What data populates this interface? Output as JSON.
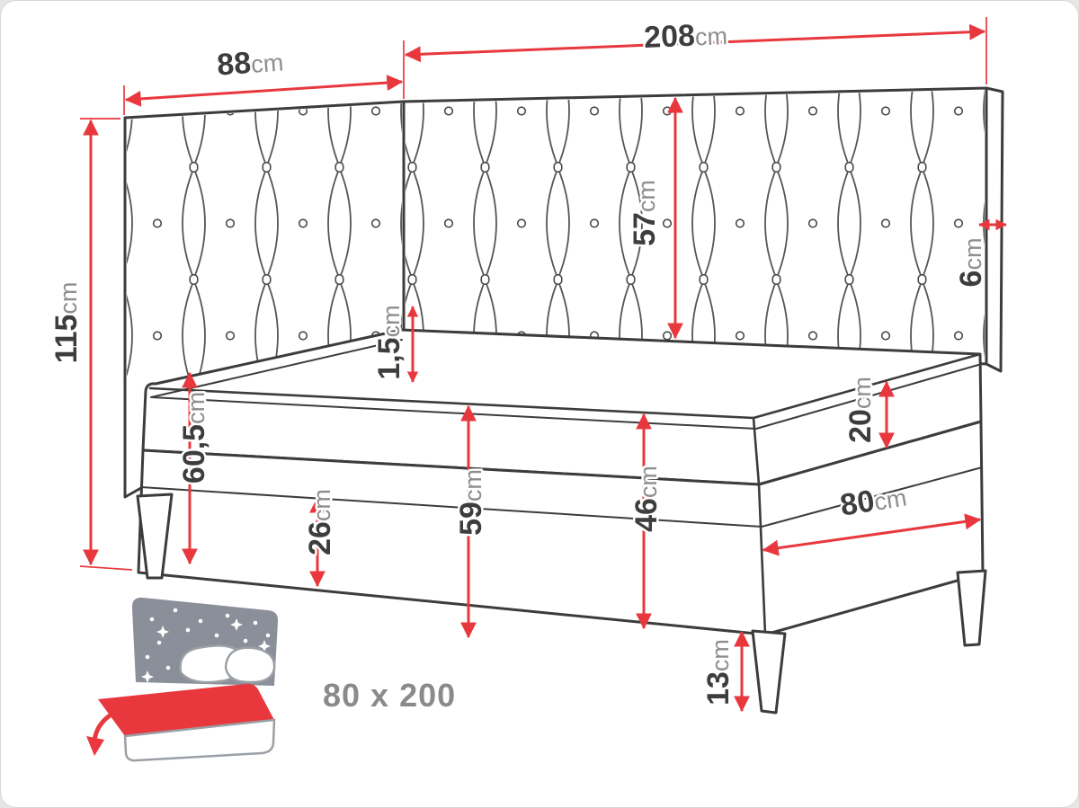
{
  "colors": {
    "dimension_red": "#e8383e",
    "outline_dark": "#3c3c3c",
    "number_color": "#3d3d3d",
    "unit_color": "#8e8e8e",
    "icon_gray": "#8b8f99",
    "icon_red": "#e8383e",
    "size_text_gray": "#8a8a8a"
  },
  "dimensions": {
    "side_panel_width": {
      "value": "88",
      "unit": "cm"
    },
    "back_panel_width": {
      "value": "208",
      "unit": "cm"
    },
    "total_height": {
      "value": "115",
      "unit": "cm"
    },
    "headboard_above_mattress": {
      "value": "57",
      "unit": "cm"
    },
    "panel_thickness": {
      "value": "6",
      "unit": "cm"
    },
    "topper_thickness": {
      "value": "1,5",
      "unit": "cm"
    },
    "mattress_top_height": {
      "value": "60,5",
      "unit": "cm"
    },
    "lower_base_section": {
      "value": "26",
      "unit": "cm"
    },
    "platform_height": {
      "value": "59",
      "unit": "cm"
    },
    "base_height": {
      "value": "46",
      "unit": "cm"
    },
    "mattress_thickness": {
      "value": "20",
      "unit": "cm"
    },
    "bed_width": {
      "value": "80",
      "unit": "cm"
    },
    "leg_height": {
      "value": "13",
      "unit": "cm"
    }
  },
  "storage_icon": {
    "size_label": "80 x 200"
  }
}
